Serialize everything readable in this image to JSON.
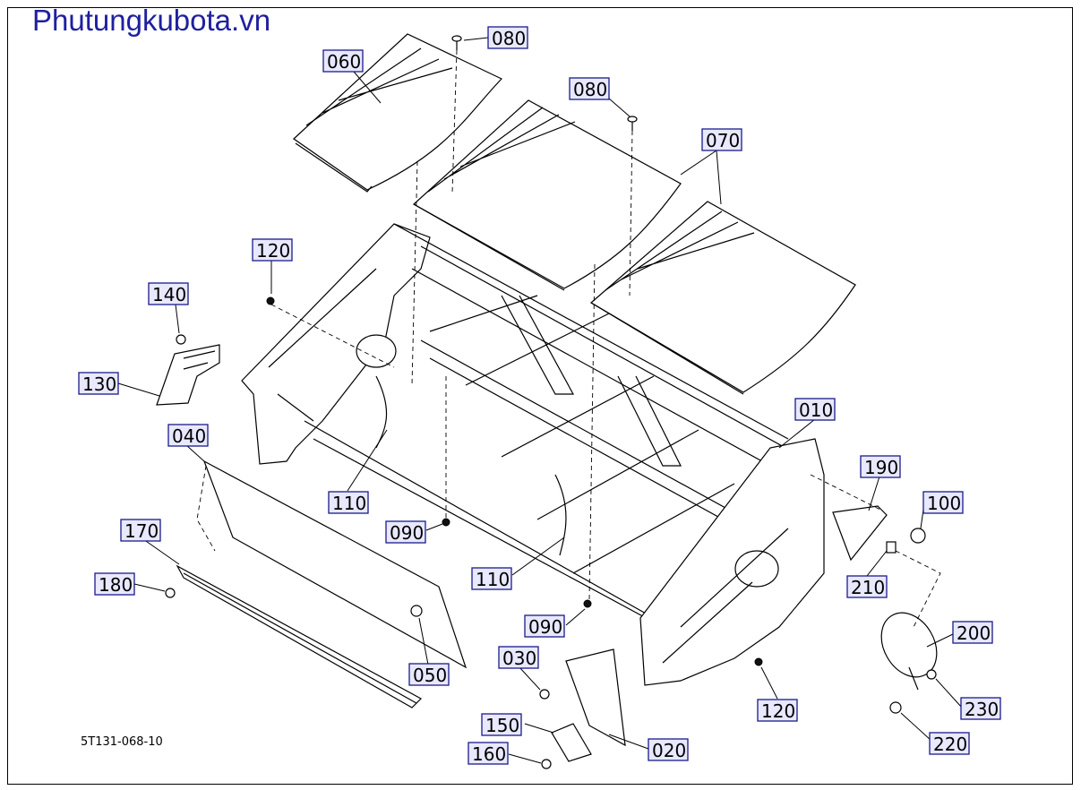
{
  "watermark": "Phutungkubota.vn",
  "drawing_number": "5T131-068-10",
  "callouts": [
    "080",
    "060",
    "080",
    "070",
    "120",
    "140",
    "130",
    "040",
    "110",
    "090",
    "110",
    "170",
    "180",
    "050",
    "090",
    "030",
    "150",
    "160",
    "020",
    "120",
    "010",
    "190",
    "100",
    "210",
    "200",
    "230",
    "220"
  ],
  "colors": {
    "watermark": "#1f1fa0",
    "callout_fill": "#e8e8ff",
    "callout_border": "#1a1a8a"
  }
}
